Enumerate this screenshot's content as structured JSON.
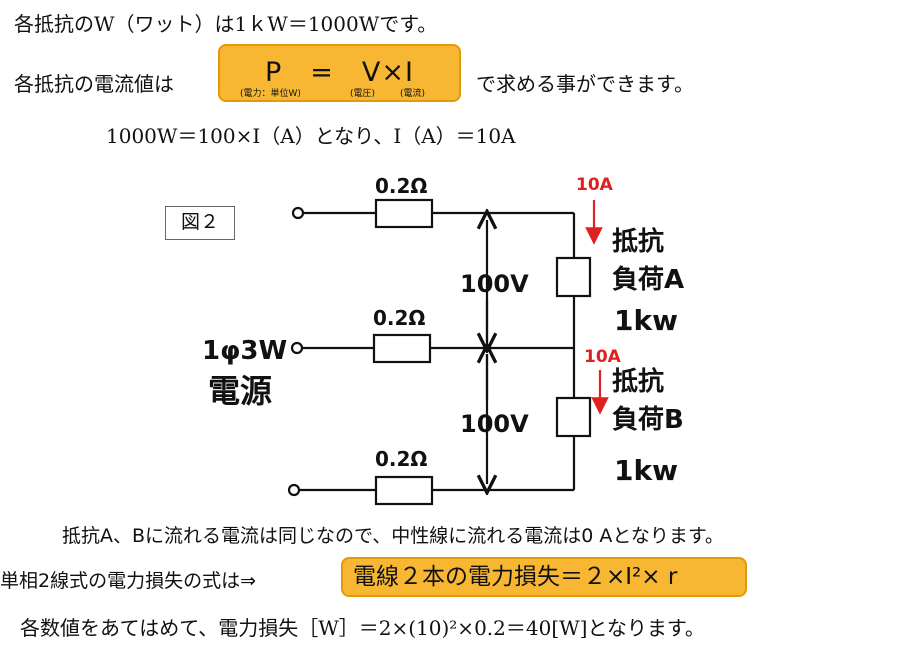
{
  "text": {
    "line1": "各抵抗のW（ワット）は1ｋW＝1000Wです。",
    "line2_before": "各抵抗の電流値は",
    "line2_after": "で求める事ができます。",
    "line3": "1000W＝100×I（A）となり、I（A）＝10A",
    "line4": "抵抗A、Bに流れる電流は同じなので、中性線に流れる電流は0 Aとなります。",
    "line5_before": "単相2線式の電力損失の式は⇒",
    "line6": "各数値をあてはめて、電力損失［W］＝2×(10)²×0.2＝40[W]となります。"
  },
  "formula": {
    "main": "P　=　V×I",
    "sub_power": "(電力：単位W)",
    "sub_voltage": "(電圧)",
    "sub_current": "(電流)"
  },
  "loss_formula": "電線２本の電力損失＝２×I²× r",
  "figure": {
    "label": "図２",
    "resistor_value": "0.2Ω",
    "source_label_1": "1φ3W",
    "source_label_2": "電源",
    "voltage_top": "100V",
    "voltage_bottom": "100V",
    "current_top": "10A",
    "current_bottom": "10A",
    "load_a": {
      "line1": "抵抗",
      "line2": "負荷A",
      "line3": "1kw"
    },
    "load_b": {
      "line1": "抵抗",
      "line2": "負荷B",
      "line3": "1kw"
    }
  },
  "colors": {
    "highlight_fill": "#f7b733",
    "highlight_border": "#e39a0a",
    "current_arrow": "#e02020"
  }
}
